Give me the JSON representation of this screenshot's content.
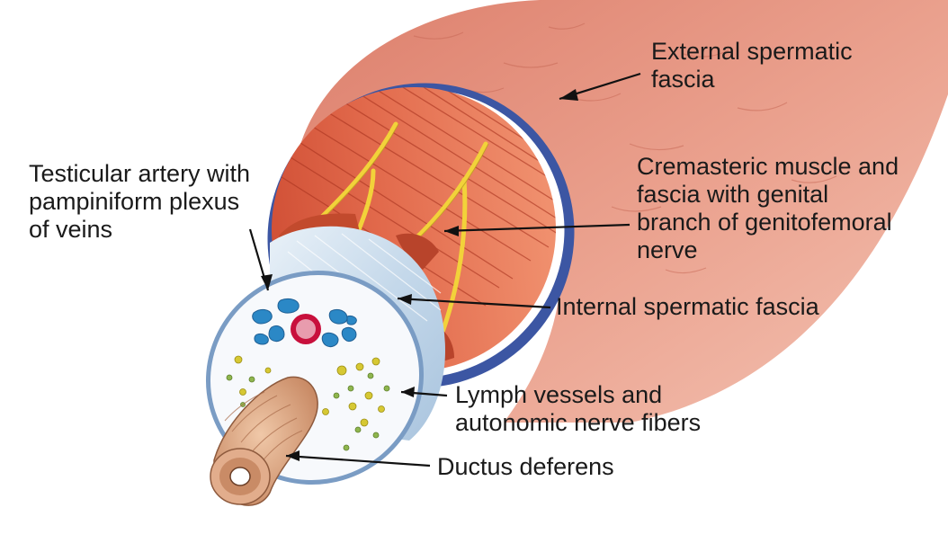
{
  "labels": {
    "external_fascia": {
      "line1": "External spermatic",
      "line2": "fascia"
    },
    "cremasteric": {
      "line1": "Cremasteric muscle and",
      "line2": "fascia with genital",
      "line3": "branch of genitofemoral",
      "line4": "nerve"
    },
    "testicular": {
      "line1": "Testicular artery with",
      "line2": "pampiniform plexus",
      "line3": "of veins"
    },
    "internal_fascia": {
      "line1": "Internal spermatic fascia"
    },
    "lymph": {
      "line1": "Lymph vessels and",
      "line2": "autonomic nerve fibers"
    },
    "ductus": {
      "line1": "Ductus deferens"
    }
  },
  "colors": {
    "external_fascia": "#eba390",
    "blue_band": "#3c56a3",
    "cremasteric_muscle": "#d9563a",
    "nerve": "#f2d23a",
    "internal_fascia": "#c9dcec",
    "cross_section": "#f7f9fc",
    "veins": "#2b88c6",
    "artery": "#c8103c",
    "lymph_dots": "#d6c833",
    "nerve_dots": "#8fb64e",
    "ductus": "#d8a281"
  }
}
